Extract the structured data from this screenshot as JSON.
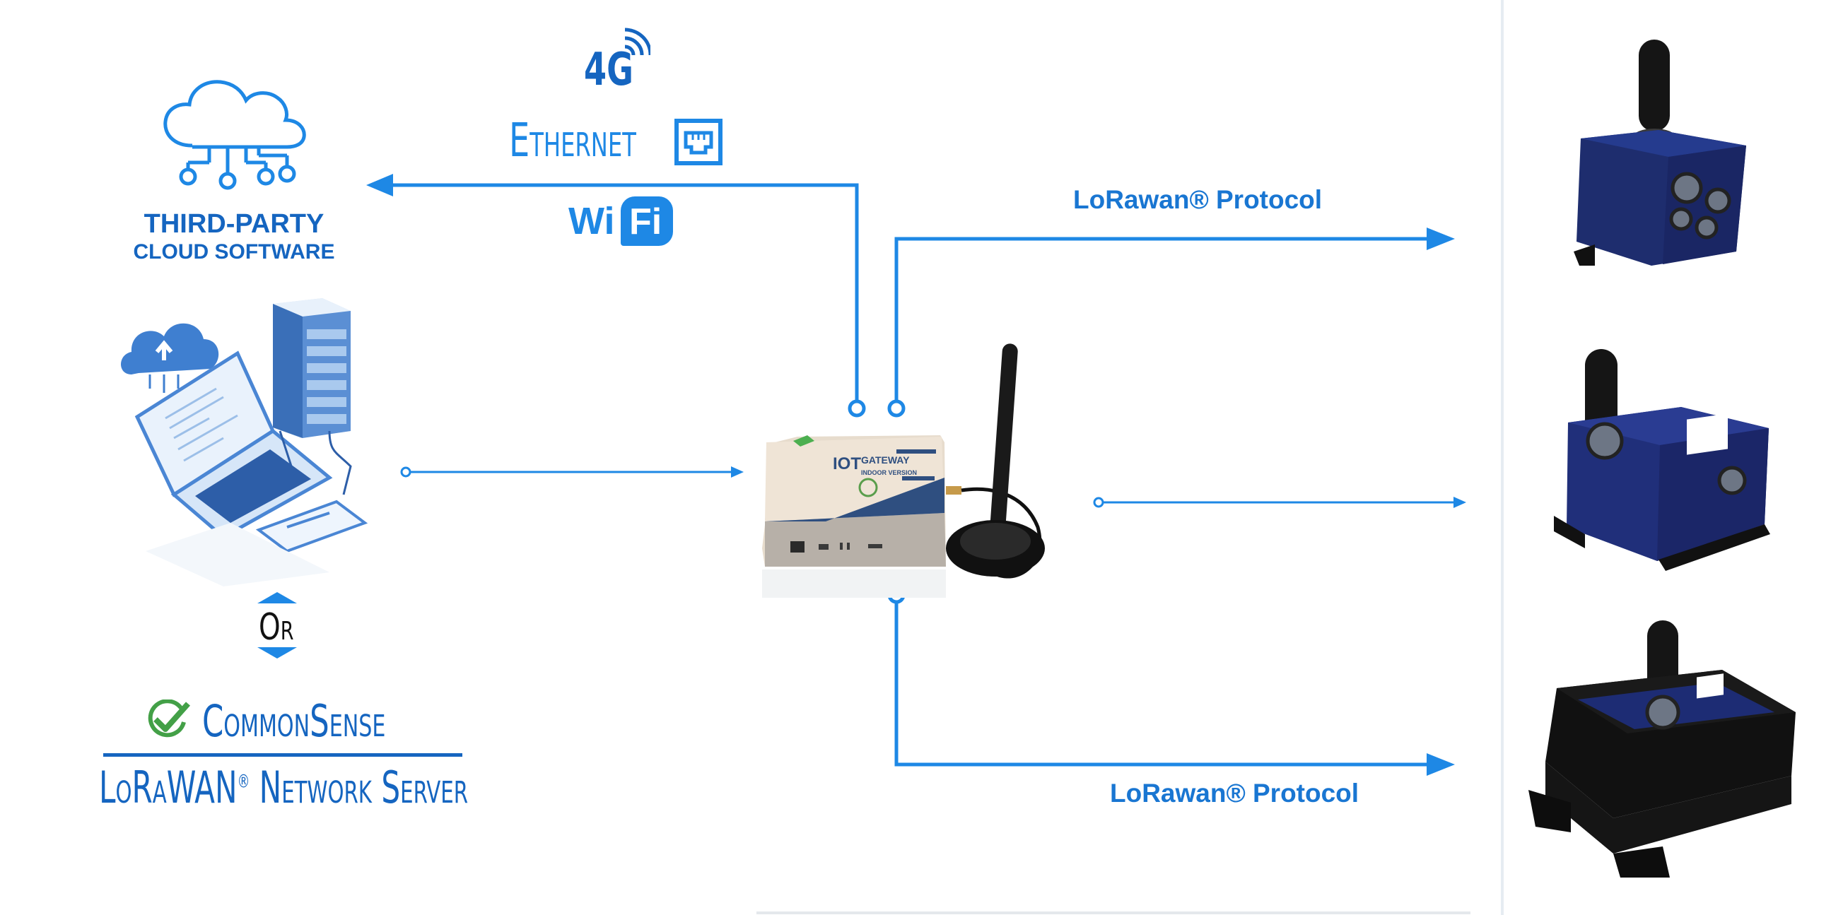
{
  "connectivity": {
    "cellular_label": "4G",
    "ethernet_label": "Ethernet",
    "wifi_label_left": "Wi",
    "wifi_label_badge": "Fi"
  },
  "cloud": {
    "title_line1": "THIRD-PARTY",
    "title_line2": "CLOUD SOFTWARE"
  },
  "alternative": {
    "or_label": "Or"
  },
  "network_server": {
    "brand": "CommonSense",
    "subtitle": "LoRaWAN",
    "subtitle_mark": "®",
    "subtitle_rest": "Network Server"
  },
  "protocols": {
    "top": "LoRawan® Protocol",
    "bottom": "LoRawan® Protocol"
  },
  "gateway": {
    "label_line1": "IOT",
    "label_line2": "GATEWAY",
    "label_line3": "INDOOR VERSION"
  },
  "colors": {
    "brand_blue": "#1565c0",
    "line_blue": "#1e88e5",
    "check_green": "#43a047"
  }
}
